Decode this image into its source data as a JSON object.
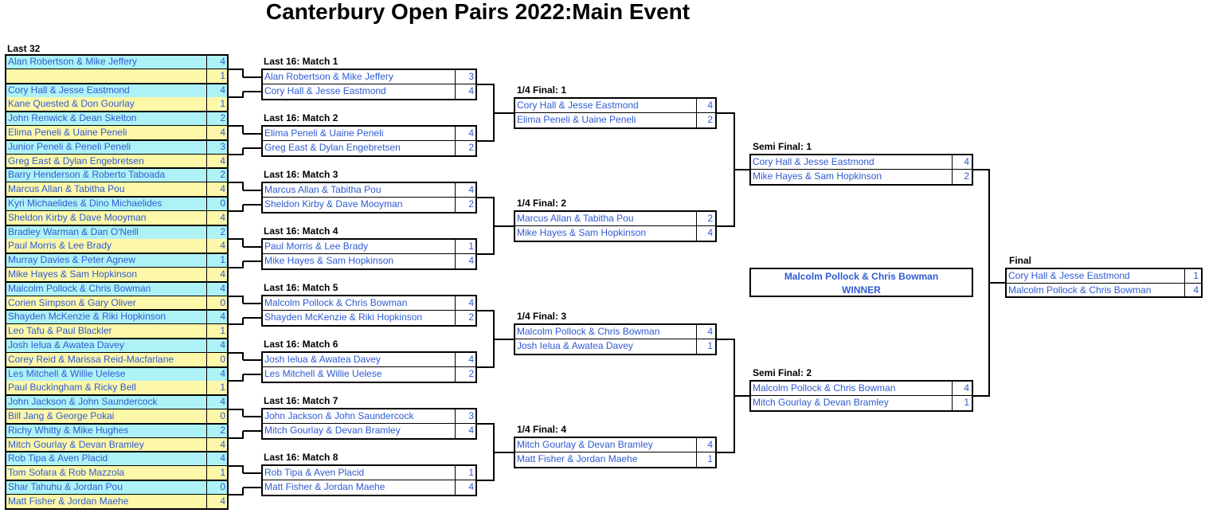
{
  "title": "Canterbury Open Pairs 2022:Main Event",
  "labels": {
    "last32": "Last 32",
    "final": "Final"
  },
  "last32": [
    {
      "name": "Alan Robertson & Mike Jeffery",
      "score": "4"
    },
    {
      "name": "",
      "score": "1"
    },
    {
      "name": "Cory Hall & Jesse Eastmond",
      "score": "4"
    },
    {
      "name": "Kane Quested & Don Gourlay",
      "score": "1"
    },
    {
      "name": "John Renwick & Dean Skelton",
      "score": "2"
    },
    {
      "name": "Elima Peneli & Uaine Peneli",
      "score": "4"
    },
    {
      "name": "Junior Peneli & Peneli Peneli",
      "score": "3"
    },
    {
      "name": "Greg East & Dylan Engebretsen",
      "score": "4"
    },
    {
      "name": "Barry Henderson & Roberto Taboada",
      "score": "2"
    },
    {
      "name": "Marcus Allan & Tabitha Pou",
      "score": "4"
    },
    {
      "name": "Kyri Michaelides & Dino Michaelides",
      "score": "0"
    },
    {
      "name": "Sheldon Kirby & Dave Mooyman",
      "score": "4"
    },
    {
      "name": "Bradley Warman & Dan O'Neill",
      "score": "2"
    },
    {
      "name": "Paul Morris & Lee Brady",
      "score": "4"
    },
    {
      "name": "Murray Davies & Peter Agnew",
      "score": "1"
    },
    {
      "name": "Mike Hayes & Sam Hopkinson",
      "score": "4"
    },
    {
      "name": "Malcolm Pollock & Chris Bowman",
      "score": "4"
    },
    {
      "name": "Corien Simpson & Gary Oliver",
      "score": "0"
    },
    {
      "name": "Shayden McKenzie & Riki Hopkinson",
      "score": "4"
    },
    {
      "name": "Leo Tafu & Paul Blackler",
      "score": "1"
    },
    {
      "name": "Josh Ielua & Awatea Davey",
      "score": "4"
    },
    {
      "name": "Corey Reid & Marissa Reid-Macfarlane",
      "score": "0"
    },
    {
      "name": "Les Mitchell & Willie Uelese",
      "score": "4"
    },
    {
      "name": "Paul Buckingham & Ricky Bell",
      "score": "1"
    },
    {
      "name": "John Jackson & John Saundercock",
      "score": "4"
    },
    {
      "name": "Bill Jang & George Pokai",
      "score": "0"
    },
    {
      "name": "Richy Whitty & Mike Hughes",
      "score": "2"
    },
    {
      "name": "Mitch Gourlay & Devan Bramley",
      "score": "4"
    },
    {
      "name": "Rob Tipa & Aven Placid",
      "score": "4"
    },
    {
      "name": "Tom Sofara & Rob Mazzola",
      "score": "1"
    },
    {
      "name": "Shar Tahuhu & Jordan Pou",
      "score": "0"
    },
    {
      "name": "Matt Fisher & Jordan Maehe",
      "score": "4"
    }
  ],
  "last16": [
    {
      "label": "Last 16: Match 1",
      "teams": [
        {
          "name": "Alan Robertson & Mike Jeffery",
          "score": "3"
        },
        {
          "name": "Cory Hall & Jesse Eastmond",
          "score": "4"
        }
      ]
    },
    {
      "label": "Last 16: Match 2",
      "teams": [
        {
          "name": "Elima Peneli & Uaine Peneli",
          "score": "4"
        },
        {
          "name": "Greg East & Dylan Engebretsen",
          "score": "2"
        }
      ]
    },
    {
      "label": "Last 16: Match 3",
      "teams": [
        {
          "name": "Marcus Allan & Tabitha Pou",
          "score": "4"
        },
        {
          "name": "Sheldon Kirby & Dave Mooyman",
          "score": "2"
        }
      ]
    },
    {
      "label": "Last 16: Match 4",
      "teams": [
        {
          "name": "Paul Morris & Lee Brady",
          "score": "1"
        },
        {
          "name": "Mike Hayes & Sam Hopkinson",
          "score": "4"
        }
      ]
    },
    {
      "label": "Last 16: Match 5",
      "teams": [
        {
          "name": "Malcolm Pollock & Chris Bowman",
          "score": "4"
        },
        {
          "name": "Shayden McKenzie & Riki Hopkinson",
          "score": "2"
        }
      ]
    },
    {
      "label": "Last 16: Match 6",
      "teams": [
        {
          "name": "Josh Ielua & Awatea Davey",
          "score": "4"
        },
        {
          "name": "Les Mitchell & Willie Uelese",
          "score": "2"
        }
      ]
    },
    {
      "label": "Last 16: Match 7",
      "teams": [
        {
          "name": "John Jackson & John Saundercock",
          "score": "3"
        },
        {
          "name": "Mitch Gourlay & Devan Bramley",
          "score": "4"
        }
      ]
    },
    {
      "label": "Last 16: Match 8",
      "teams": [
        {
          "name": "Rob Tipa & Aven Placid",
          "score": "1"
        },
        {
          "name": "Matt Fisher & Jordan Maehe",
          "score": "4"
        }
      ]
    }
  ],
  "quarter": [
    {
      "label": "1/4 Final: 1",
      "teams": [
        {
          "name": "Cory Hall & Jesse Eastmond",
          "score": "4"
        },
        {
          "name": "Elima Peneli & Uaine Peneli",
          "score": "2"
        }
      ]
    },
    {
      "label": "1/4 Final: 2",
      "teams": [
        {
          "name": "Marcus Allan & Tabitha Pou",
          "score": "2"
        },
        {
          "name": "Mike Hayes & Sam Hopkinson",
          "score": "4"
        }
      ]
    },
    {
      "label": "1/4 Final: 3",
      "teams": [
        {
          "name": "Malcolm Pollock & Chris Bowman",
          "score": "4"
        },
        {
          "name": "Josh Ielua & Awatea Davey",
          "score": "1"
        }
      ]
    },
    {
      "label": "1/4 Final: 4",
      "teams": [
        {
          "name": "Mitch Gourlay & Devan Bramley",
          "score": "4"
        },
        {
          "name": "Matt Fisher & Jordan Maehe",
          "score": "1"
        }
      ]
    }
  ],
  "semi": [
    {
      "label": "Semi Final: 1",
      "teams": [
        {
          "name": "Cory Hall & Jesse Eastmond",
          "score": "4"
        },
        {
          "name": "Mike Hayes & Sam Hopkinson",
          "score": "2"
        }
      ]
    },
    {
      "label": "Semi Final: 2",
      "teams": [
        {
          "name": "Malcolm Pollock & Chris Bowman",
          "score": "4"
        },
        {
          "name": "Mitch Gourlay & Devan Bramley",
          "score": "1"
        }
      ]
    }
  ],
  "final": {
    "teams": [
      {
        "name": "Cory Hall & Jesse Eastmond",
        "score": "1"
      },
      {
        "name": "Malcolm Pollock & Chris Bowman",
        "score": "4"
      }
    ]
  },
  "winner": {
    "name": "Malcolm Pollock & Chris Bowman",
    "label": "WINNER"
  }
}
